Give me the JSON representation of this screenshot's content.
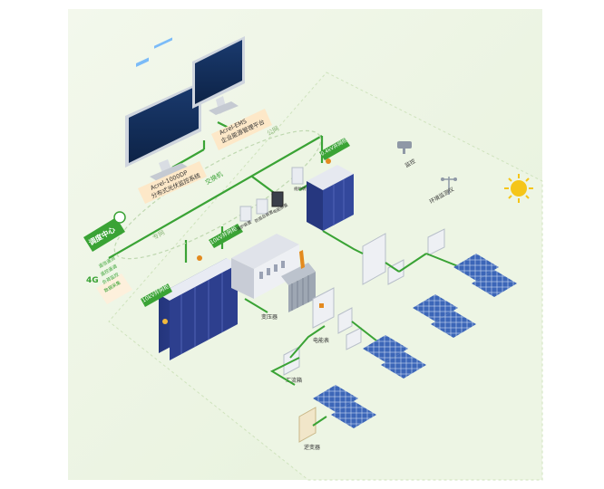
{
  "monitors": {
    "left": {
      "line1": "Acrel-1000DP",
      "line2": "分布式光伏监控系统"
    },
    "right": {
      "line1": "Acrel-EMS",
      "line2": "企业能源管理平台"
    }
  },
  "network": {
    "switch_label": "交换机",
    "cloud_label": "公网",
    "wireless_label": "专网"
  },
  "dispatch": {
    "title": "调度中心",
    "badge": "4G",
    "items": [
      "遥信遥测",
      "遥控遥调",
      "负荷监控",
      "数据采集"
    ]
  },
  "devices": {
    "cabinet_10kv_left": "10kV并网柜",
    "cabinet_10kv_right": "10kV并网柜",
    "cabinet_04kv": "0.4kV并网柜",
    "device1": "保护装置",
    "device2": "防孤岛装置",
    "device3": "电能质量",
    "device4": "规约转换",
    "transformer": "变压器",
    "meter": "电能表",
    "combiner": "汇流箱",
    "inverter": "逆变器"
  },
  "env": {
    "camera": "监控",
    "weather": "环境监测仪"
  },
  "colors": {
    "green": "#3aa335",
    "cabinet_blue": "#2d3f8e",
    "panel_blue": "#3a5fb4",
    "bg_zone": "#eef5e6",
    "label_bg": "#fde8c8",
    "sun": "#f5c518"
  }
}
